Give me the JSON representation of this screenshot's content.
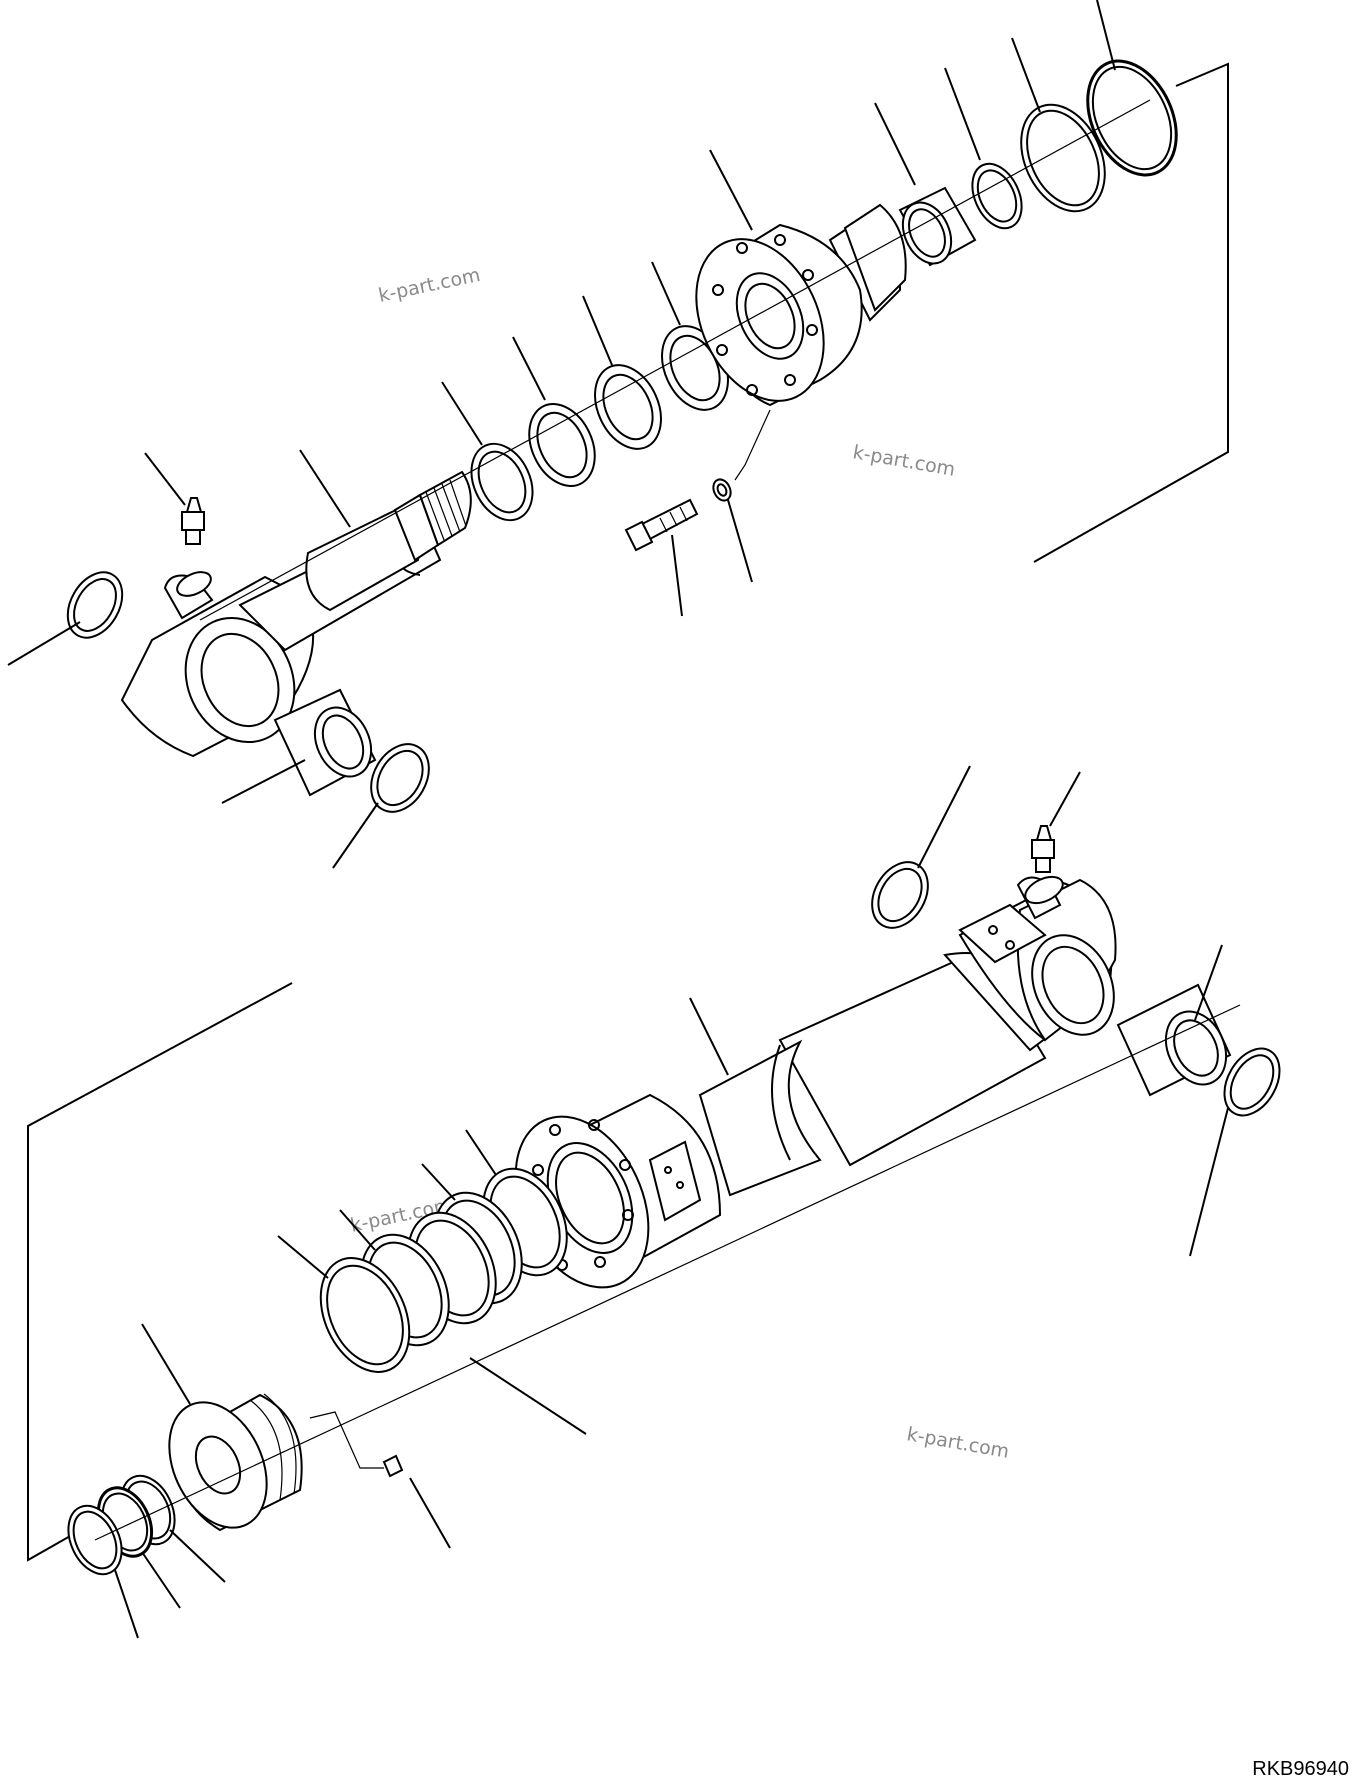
{
  "drawing": {
    "drawing_code": "RKB96940",
    "watermarks": [
      "k-part.com",
      "k-part.com",
      "k-part.com",
      "k-part.com"
    ]
  }
}
